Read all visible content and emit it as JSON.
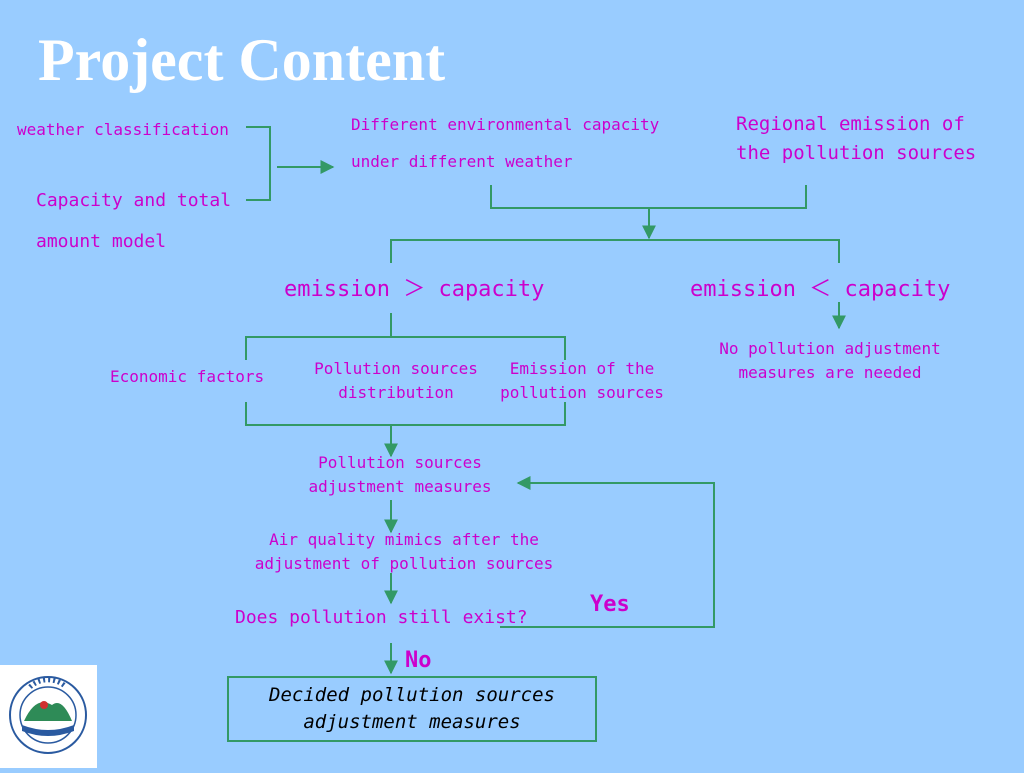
{
  "title": "Project Content",
  "colors": {
    "background": "#99ccff",
    "text": "#cc00cc",
    "lines": "#339966",
    "title": "#ffffff"
  },
  "nodes": {
    "weather_classification": "weather classification",
    "capacity_model": [
      "Capacity and total",
      "amount model"
    ],
    "env_capacity": [
      "Different environmental capacity",
      "under different weather"
    ],
    "regional_emission": [
      "Regional emission of",
      "the pollution sources"
    ],
    "emission_gt": "emission ＞ capacity",
    "emission_lt": "emission ＜ capacity",
    "economic_factors": "Economic factors",
    "pollution_distribution": [
      "Pollution sources",
      "distribution"
    ],
    "emission_of_sources": [
      "Emission of the",
      "pollution sources"
    ],
    "no_adjustment": [
      "No pollution adjustment",
      "measures are needed"
    ],
    "adjustment_measures": [
      "Pollution sources",
      "adjustment measures"
    ],
    "air_quality": [
      "Air quality mimics after the",
      "adjustment of pollution sources"
    ],
    "question": "Does pollution still exist?",
    "yes": "Yes",
    "no": "No",
    "final": [
      "Decided pollution sources",
      "adjustment measures"
    ]
  },
  "logo": {
    "icon": "environmental-monitoring-center-seal",
    "text": "天津市环境监测中心"
  }
}
